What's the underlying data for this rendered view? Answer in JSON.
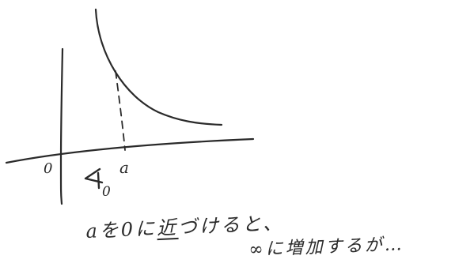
{
  "labels": {
    "origin": "0",
    "a": "a",
    "zero_sub": "0"
  },
  "note": {
    "line1_part1": "aを0に",
    "line1_underlined": "近",
    "line1_part2": "づけると、",
    "line2": "∞に増加するが…"
  },
  "colors": {
    "ink": "#2a2a2a",
    "paper": "#ffffff"
  }
}
